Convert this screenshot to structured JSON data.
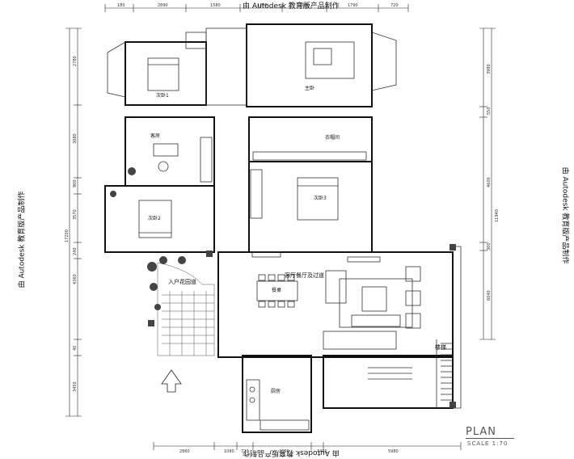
{
  "watermark": "由 Autodesk 教育版产品制作",
  "plan": {
    "title": "PLAN",
    "scale": "SCALE 1:70"
  },
  "rooms": {
    "secondary_bedroom": "次卧1",
    "guest_room": "客房",
    "secondary_bedroom_2": "次卧2",
    "master_bedroom": "主卧",
    "cloakroom": "衣帽间",
    "bedroom_3": "次卧3",
    "living_dining": "客厅餐厅及过道",
    "dining": "餐桌",
    "entrance_garden": "入户花园道",
    "kitchen": "厨房",
    "stairs": "楼梯"
  },
  "dims": {
    "top": [
      "180",
      "2890",
      "1580",
      "1200",
      "2140",
      "1790",
      "720"
    ],
    "bottom": [
      "2860",
      "1080",
      "720",
      "2850",
      "3400",
      "5980"
    ],
    "left": [
      "2780",
      "3080",
      "900",
      "3570",
      "240",
      "4360",
      "40",
      "3450"
    ],
    "right": [
      "3980",
      "550",
      "4600",
      "300",
      "6040"
    ],
    "left_total": "17200",
    "right_total": "11940"
  }
}
